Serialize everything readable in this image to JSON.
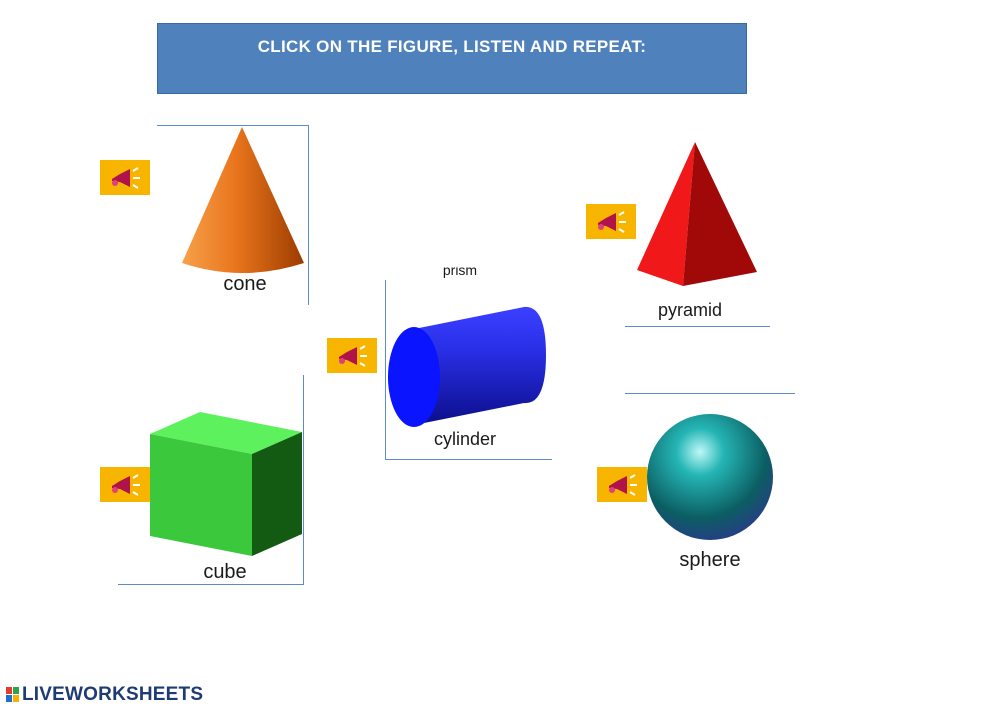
{
  "header": {
    "instruction": "CLICK ON THE FIGURE, LISTEN AND REPEAT:"
  },
  "figures": {
    "cone": {
      "label": "cone"
    },
    "pyramid": {
      "label": "pyramid"
    },
    "cylinder": {
      "label": "cylinder",
      "cut_label": "prism"
    },
    "cube": {
      "label": "cube"
    },
    "sphere": {
      "label": "sphere"
    }
  },
  "audio_icon": "speaker-icon",
  "footer": {
    "brand": "LIVEWORKSHEETS"
  },
  "colors": {
    "title_bg": "#4f81bd",
    "audio_bg": "#f7b500",
    "cone": "#e8741c",
    "pyramid": "#e01010",
    "cylinder": "#1e22e0",
    "cube": "#3cc83c",
    "sphere": "#1a8f8f"
  }
}
